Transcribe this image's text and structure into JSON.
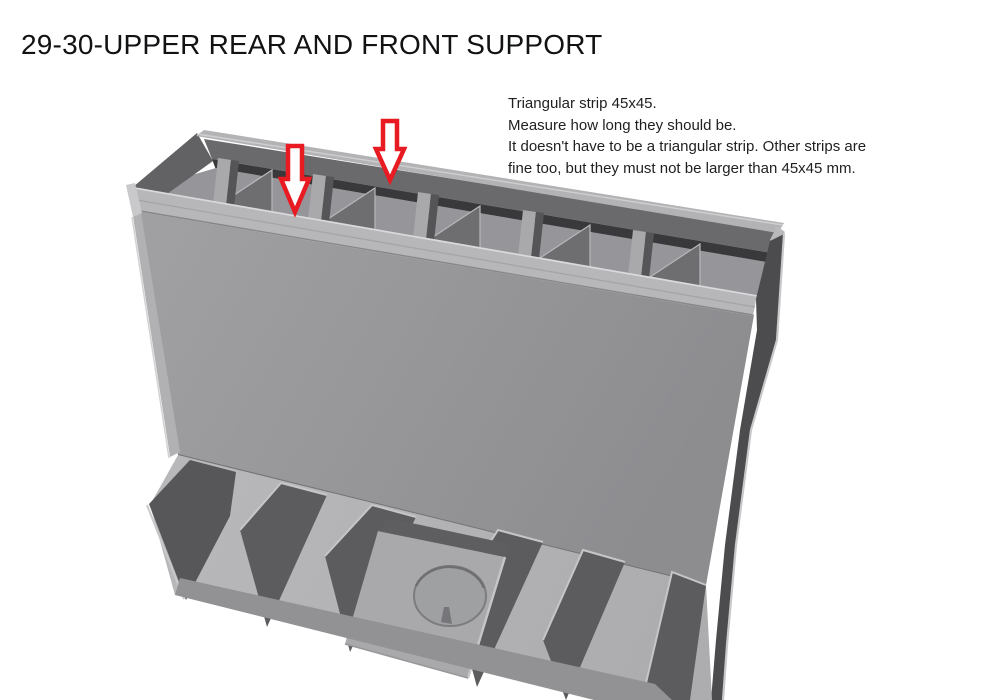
{
  "page": {
    "background": "#ffffff"
  },
  "title": "29-30-UPPER REAR AND FRONT SUPPORT",
  "annotation": {
    "lines": [
      "Triangular strip 45x45.",
      "Measure how long they should be.",
      "It doesn't have to be a triangular strip. Other strips are",
      "fine too, but they must not be larger than 45x45 mm."
    ]
  },
  "figure": {
    "description": "Grey 3D CAD render of a cabinet frame: upper rail with divider panels and triangular gussets, large front panel, base with vertical fins and a recessed square containing a round hole; two red outline arrows point down at the upper rear supports.",
    "colors": {
      "panel_grey": "#97979a",
      "panel_light": "#b7b7b9",
      "panel_dark": "#4c4c4e",
      "edge_highlight": "#c9c9cb",
      "arrow_red": "#e81b23",
      "arrow_fill": "#ffffff"
    }
  }
}
